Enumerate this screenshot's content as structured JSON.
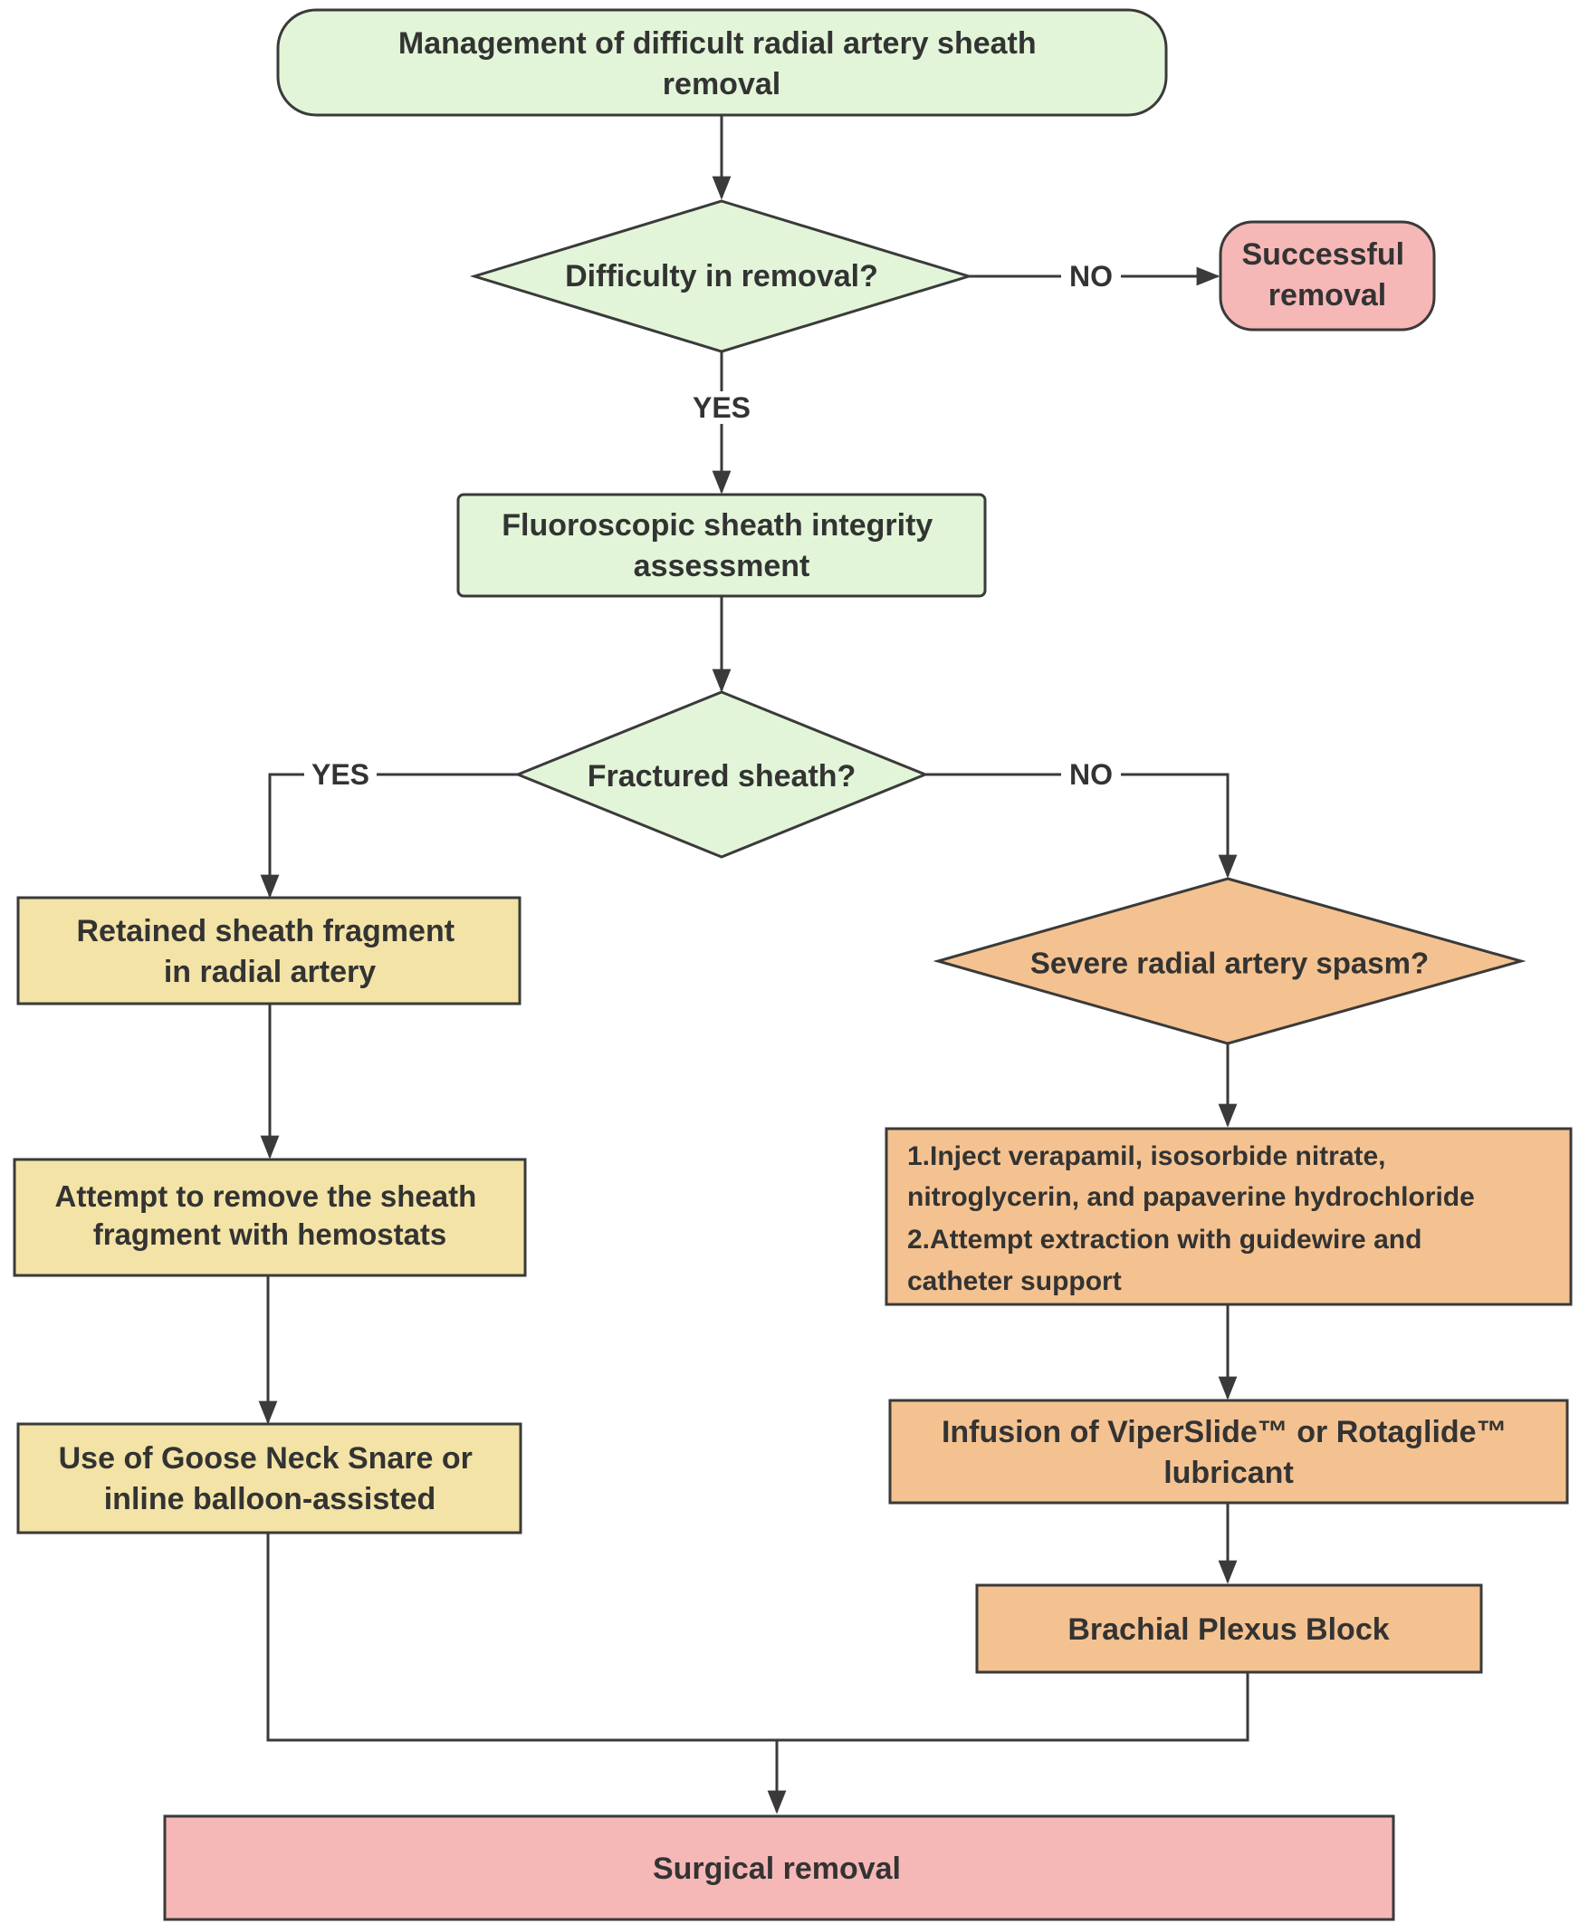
{
  "colors": {
    "green": "#e2f5d8",
    "pink": "#f6b7b7",
    "yellow": "#f3e3a6",
    "orange": "#f4c290",
    "border": "#3a3a3a",
    "text": "#333333"
  },
  "nodes": {
    "start": "Management of difficult radial artery sheath removal",
    "q_difficulty": "Difficulty in removal?",
    "success": "Successful removal",
    "fluoro": "Fluoroscopic sheath integrity assessment",
    "q_fractured": "Fractured sheath?",
    "retained": "Retained sheath fragment in radial artery",
    "hemostats": "Attempt to remove the sheath fragment with hemostats",
    "snare": "Use of Goose Neck Snare or inline balloon-assisted",
    "q_spasm": "Severe radial artery spasm?",
    "inject": "1.Inject verapamil, isosorbide nitrate, nitroglycerin, and papaverine hydrochloride 2.Attempt extraction with guidewire and catheter support",
    "infusion": "Infusion of ViperSlide™ or Rotaglide™ lubricant",
    "brachial": "Brachial Plexus Block",
    "surgical": "Surgical removal"
  },
  "edge_labels": {
    "difficulty_no": "NO",
    "difficulty_yes": "YES",
    "fractured_yes": "YES",
    "fractured_no": "NO"
  }
}
